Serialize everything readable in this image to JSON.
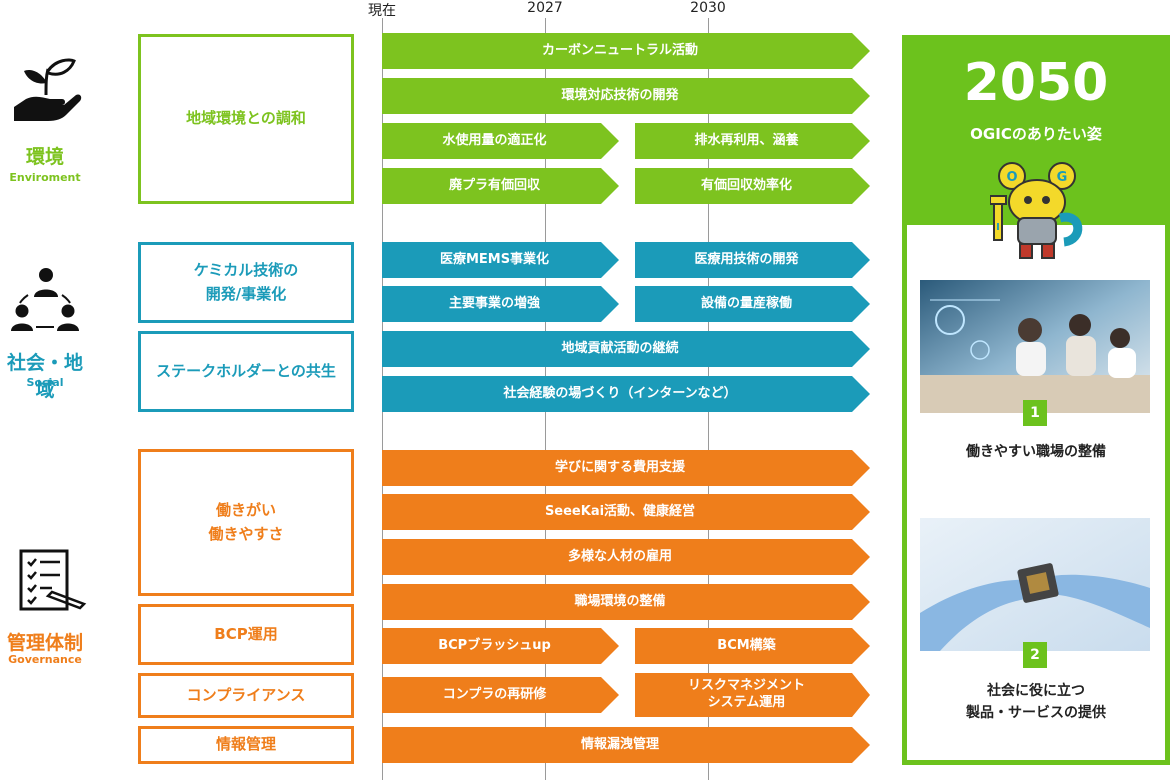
{
  "timeline": {
    "now": "現在",
    "y2027": "2027",
    "y2030": "2030"
  },
  "categories": [
    {
      "title": "環境",
      "sub": "Enviroment",
      "icon": "plant-hand-icon",
      "color": "#7dc31f"
    },
    {
      "title": "社会・地域",
      "sub": "Social",
      "icon": "people-cycle-icon",
      "color": "#1b9bb9"
    },
    {
      "title": "管理体制",
      "sub": "Governance",
      "icon": "checklist-pen-icon",
      "color": "#ef7e1b"
    }
  ],
  "themes": [
    {
      "label": "地域環境との調和"
    },
    {
      "label": "ケミカル技術の\n開発/事業化"
    },
    {
      "label": "ステークホルダーとの共生"
    },
    {
      "label": "働きがい\n働きやすさ"
    },
    {
      "label": "BCP運用"
    },
    {
      "label": "コンプライアンス"
    },
    {
      "label": "情報管理"
    }
  ],
  "arrows": {
    "env": [
      "カーボンニュートラル活動",
      "環境対応技術の開発",
      "水使用量の適正化",
      "排水再利用、涵養",
      "廃プラ有価回収",
      "有価回収効率化"
    ],
    "soc": [
      "医療MEMS事業化",
      "医療用技術の開発",
      "主要事業の増強",
      "設備の量産稼働",
      "地域貢献活動の継続",
      "社会経験の場づくり（インターンなど）"
    ],
    "gov": [
      "学びに関する費用支援",
      "SeeeKai活動、健康経営",
      "多様な人材の雇用",
      "職場環境の整備",
      "BCPブラッシュup",
      "BCM構築",
      "コンプラの再研修",
      "リスクマネジメント\nシステム運用",
      "情報漏洩管理"
    ]
  },
  "vision": {
    "year": "2050",
    "subtitle": "OGICのありたい姿",
    "mascot_letters": "OGIC",
    "items": [
      {
        "num": "1",
        "caption": "働きやすい職場の整備",
        "image": "office-meeting-photo"
      },
      {
        "num": "2",
        "caption": "社会に役に立つ\n製品・サービスの提供",
        "image": "microchip-gloves-photo"
      }
    ]
  },
  "colors": {
    "environment": "#7dc31f",
    "social": "#1b9bb9",
    "governance": "#ef7e1b",
    "vision": "#6cc21d"
  }
}
